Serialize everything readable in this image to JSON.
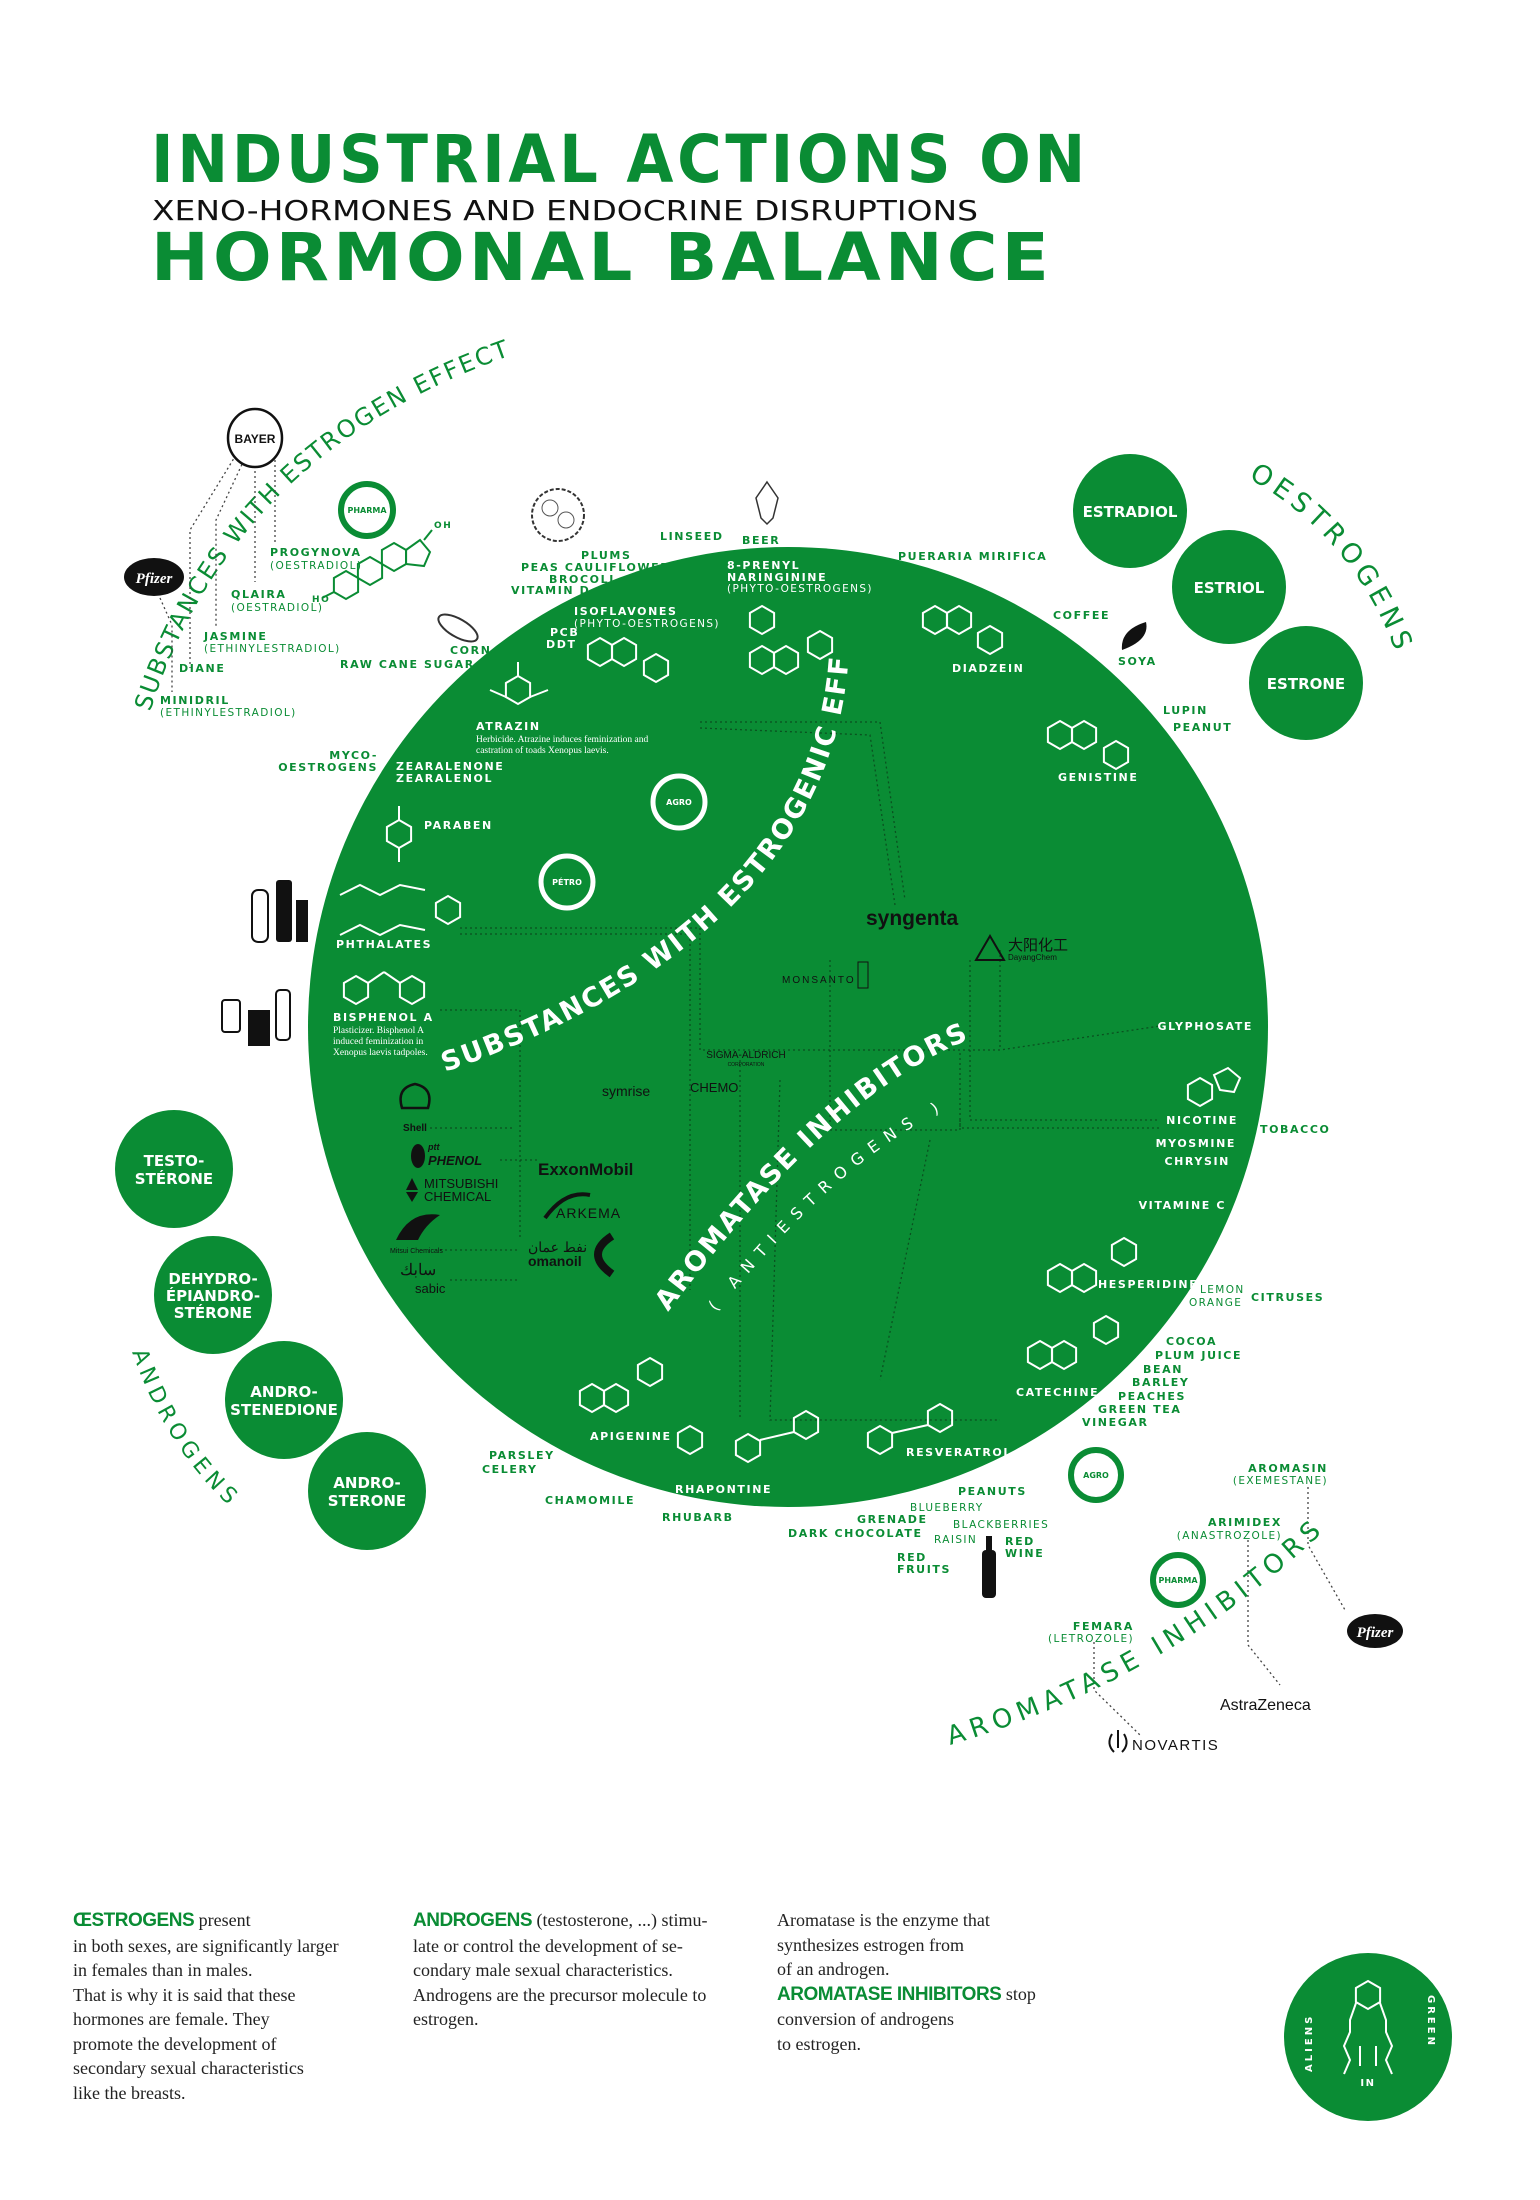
{
  "colors": {
    "accent": "#0a8c34",
    "text": "#222222"
  },
  "title": {
    "line1": "INDUSTRIAL ACTIONS ON",
    "subtitle": "XENO-HORMONES AND ENDOCRINE DISRUPTIONS",
    "line2": "HORMONAL BALANCE"
  },
  "oestrogens": {
    "heading": "OESTROGENS",
    "items": [
      "ESTRADIOL",
      "ESTRIOL",
      "ESTRONE"
    ]
  },
  "androgens": {
    "heading": "ANDROGENS",
    "items": [
      [
        "TESTO-",
        "STÉRONE"
      ],
      [
        "DEHYDRO-",
        "ÉPIANDRO-",
        "STÉRONE"
      ],
      [
        "ANDRO-",
        "STENEDIONE"
      ],
      [
        "ANDRO-",
        "STERONE"
      ]
    ]
  },
  "estrogen_effect": {
    "heading": "SUBSTANCES WITH ESTROGEN EFFECT",
    "pharma_ring": "PHARMA",
    "drugs": [
      {
        "name": "PROGYNOVA",
        "sub": "(OESTRADIOL)"
      },
      {
        "name": "QLAIRA",
        "sub": "(OESTRADIOL)"
      },
      {
        "name": "JASMINE",
        "sub": "(ETHINYLESTRADIOL)"
      },
      {
        "name": "DIANE",
        "sub": ""
      },
      {
        "name": "MINIDRIL",
        "sub": "(ETHINYLESTRADIOL)"
      }
    ],
    "logos": {
      "bayer": "BAYER",
      "pfizer": "Pfizer"
    },
    "steroid_labels": {
      "oh": "OH",
      "ho": "HO"
    }
  },
  "foods_top": {
    "plums": "PLUMS",
    "peas": "PEAS CAULIFLOWER",
    "brocoli": "BROCOLI",
    "vitd": "VITAMIN D",
    "linseed": "LINSEED",
    "beer": "BEER",
    "corn": "CORN",
    "sugar": "RAW CANE SUGAR",
    "pueraria": "PUERARIA MIRIFICA",
    "coffee": "COFFEE",
    "soya": "SOYA",
    "lupin": "LUPIN",
    "peanut": "PEANUT",
    "myco1": "MYCO-",
    "myco2": "OESTROGENS"
  },
  "circle": {
    "main_heading": "SUBSTANCES WITH ESTROGENIC EFFECTS",
    "inhib_heading": "AROMATASE INHIBITORS",
    "inhib_sub": "( ANTIESTROGENS )",
    "rings": {
      "agro": "AGRO",
      "petro": "PÉTRO"
    },
    "compounds": {
      "pcb": "PCB",
      "ddt": "DDT",
      "atrazin": "ATRAZIN",
      "atrazin_desc1": "Herbicide. Atrazine induces feminization and",
      "atrazin_desc2": "castration of toads Xenopus laevis.",
      "isoflavones": "ISOFLAVONES",
      "isoflavones_sub": "(PHYTO-OESTROGENS)",
      "prenyl1": "8-PRENYL",
      "prenyl2": "NARINGININE",
      "prenyl_sub": "(PHYTO-OESTROGENS)",
      "diadzein": "DIADZEIN",
      "genistine": "GENISTINE",
      "zearalenone": "ZEARALENONE",
      "zearalenol": "ZEARALENOL",
      "paraben": "PARABEN",
      "phthalates": "PHTHALATES",
      "bisphenol": "BISPHENOL A",
      "bisphenol_desc1": "Plasticizer. Bisphenol A",
      "bisphenol_desc2": "induced feminization in",
      "bisphenol_desc3": "Xenopus laevis tadpoles.",
      "glyphosate": "GLYPHOSATE",
      "nicotine": "NICOTINE",
      "myosmine": "MYOSMINE",
      "chrysin": "CHRYSIN",
      "vitc": "VITAMINE C",
      "hesperidine": "HESPERIDINE",
      "catechine": "CATECHINE",
      "apigenine": "APIGENINE",
      "rhapontine": "RHAPONTINE",
      "resveratrol": "RESVERATROL"
    },
    "logos": {
      "syngenta": "syngenta",
      "dayang": "大阳化工",
      "dayang_sub": "DayangChem",
      "monsanto": "MONSANTO",
      "sigma": "SIGMA-ALDRICH",
      "sigma_sub": "CORPORATION",
      "symrise": "symrise",
      "chemo": "CHEMO",
      "shell": "Shell",
      "ptt": "ptt",
      "phenol": "PHENOL",
      "mitsubishi1": "MITSUBISHI",
      "mitsubishi2": "CHEMICAL",
      "mitsui": "Mitsui Chemicals",
      "sabic_ar": "سابك",
      "sabic": "sabic",
      "exxon": "ExxonMobil",
      "arkema": "ARKEMA",
      "omanoil_ar": "نفط عمان",
      "omanoil": "omanoil"
    }
  },
  "foods_right": {
    "tobacco": "TOBACCO",
    "lemon": "LEMON",
    "orange": "ORANGE",
    "citruses": "CITRUSES",
    "cocoa": "COCOA",
    "plumjuice": "PLUM JUICE",
    "bean": "BEAN",
    "barley": "BARLEY",
    "peaches": "PEACHES",
    "greentea": "GREEN TEA",
    "vinegar": "VINEGAR",
    "agro": "AGRO"
  },
  "foods_bottom": {
    "parsley": "PARSLEY",
    "celery": "CELERY",
    "chamomile": "CHAMOMILE",
    "rhubarb": "RHUBARB",
    "peanuts": "PEANUTS",
    "blueberry": "BLUEBERRY",
    "grenade": "GRENADE",
    "blackberries": "BLACKBERRIES",
    "darkchoc": "DARK CHOCOLATE",
    "raisin": "RAISIN",
    "red": "RED",
    "wine": "WINE",
    "redf": "RED",
    "fruits": "FRUITS"
  },
  "aromatase": {
    "heading": "AROMATASE INHIBITORS",
    "pharma_ring": "PHARMA",
    "drugs": [
      {
        "name": "AROMASIN",
        "sub": "(EXEMESTANE)"
      },
      {
        "name": "ARIMIDEX",
        "sub": "(ANASTROZOLE)"
      },
      {
        "name": "FEMARA",
        "sub": "(LETROZOLE)"
      }
    ],
    "logos": {
      "pfizer": "Pfizer",
      "astrazeneca": "AstraZeneca",
      "novartis": "NOVARTIS"
    }
  },
  "notes": {
    "col1": {
      "heading": "ŒSTROGENS",
      "lines": [
        " present",
        "in both sexes, are significantly larger",
        "in females than in males.",
        "That is why it is said that these",
        "hormones are female. They",
        "promote the development of",
        "secondary sexual characteristics",
        "like the breasts."
      ]
    },
    "col2": {
      "heading": "ANDROGENS",
      "lines": [
        " (testosterone, ...) stimu-",
        "late or control the development of se-",
        "condary male sexual characteristics.",
        "Androgens are the precursor molecule to",
        "estrogen."
      ]
    },
    "col3": {
      "pre": [
        "Aromatase is the enzyme that",
        "synthesizes estrogen from",
        "of an androgen."
      ],
      "heading": "AROMATASE INHIBITORS",
      "lines": [
        " stop",
        "conversion of androgens",
        "to estrogen."
      ]
    }
  },
  "badge": {
    "left": "ALIENS",
    "center": "IN",
    "right": "GREEN"
  }
}
